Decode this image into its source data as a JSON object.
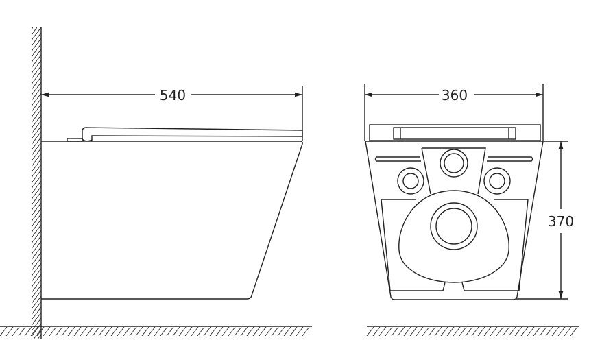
{
  "side_view": {
    "width_label": "540"
  },
  "front_view": {
    "width_label": "360",
    "height_label": "370"
  }
}
